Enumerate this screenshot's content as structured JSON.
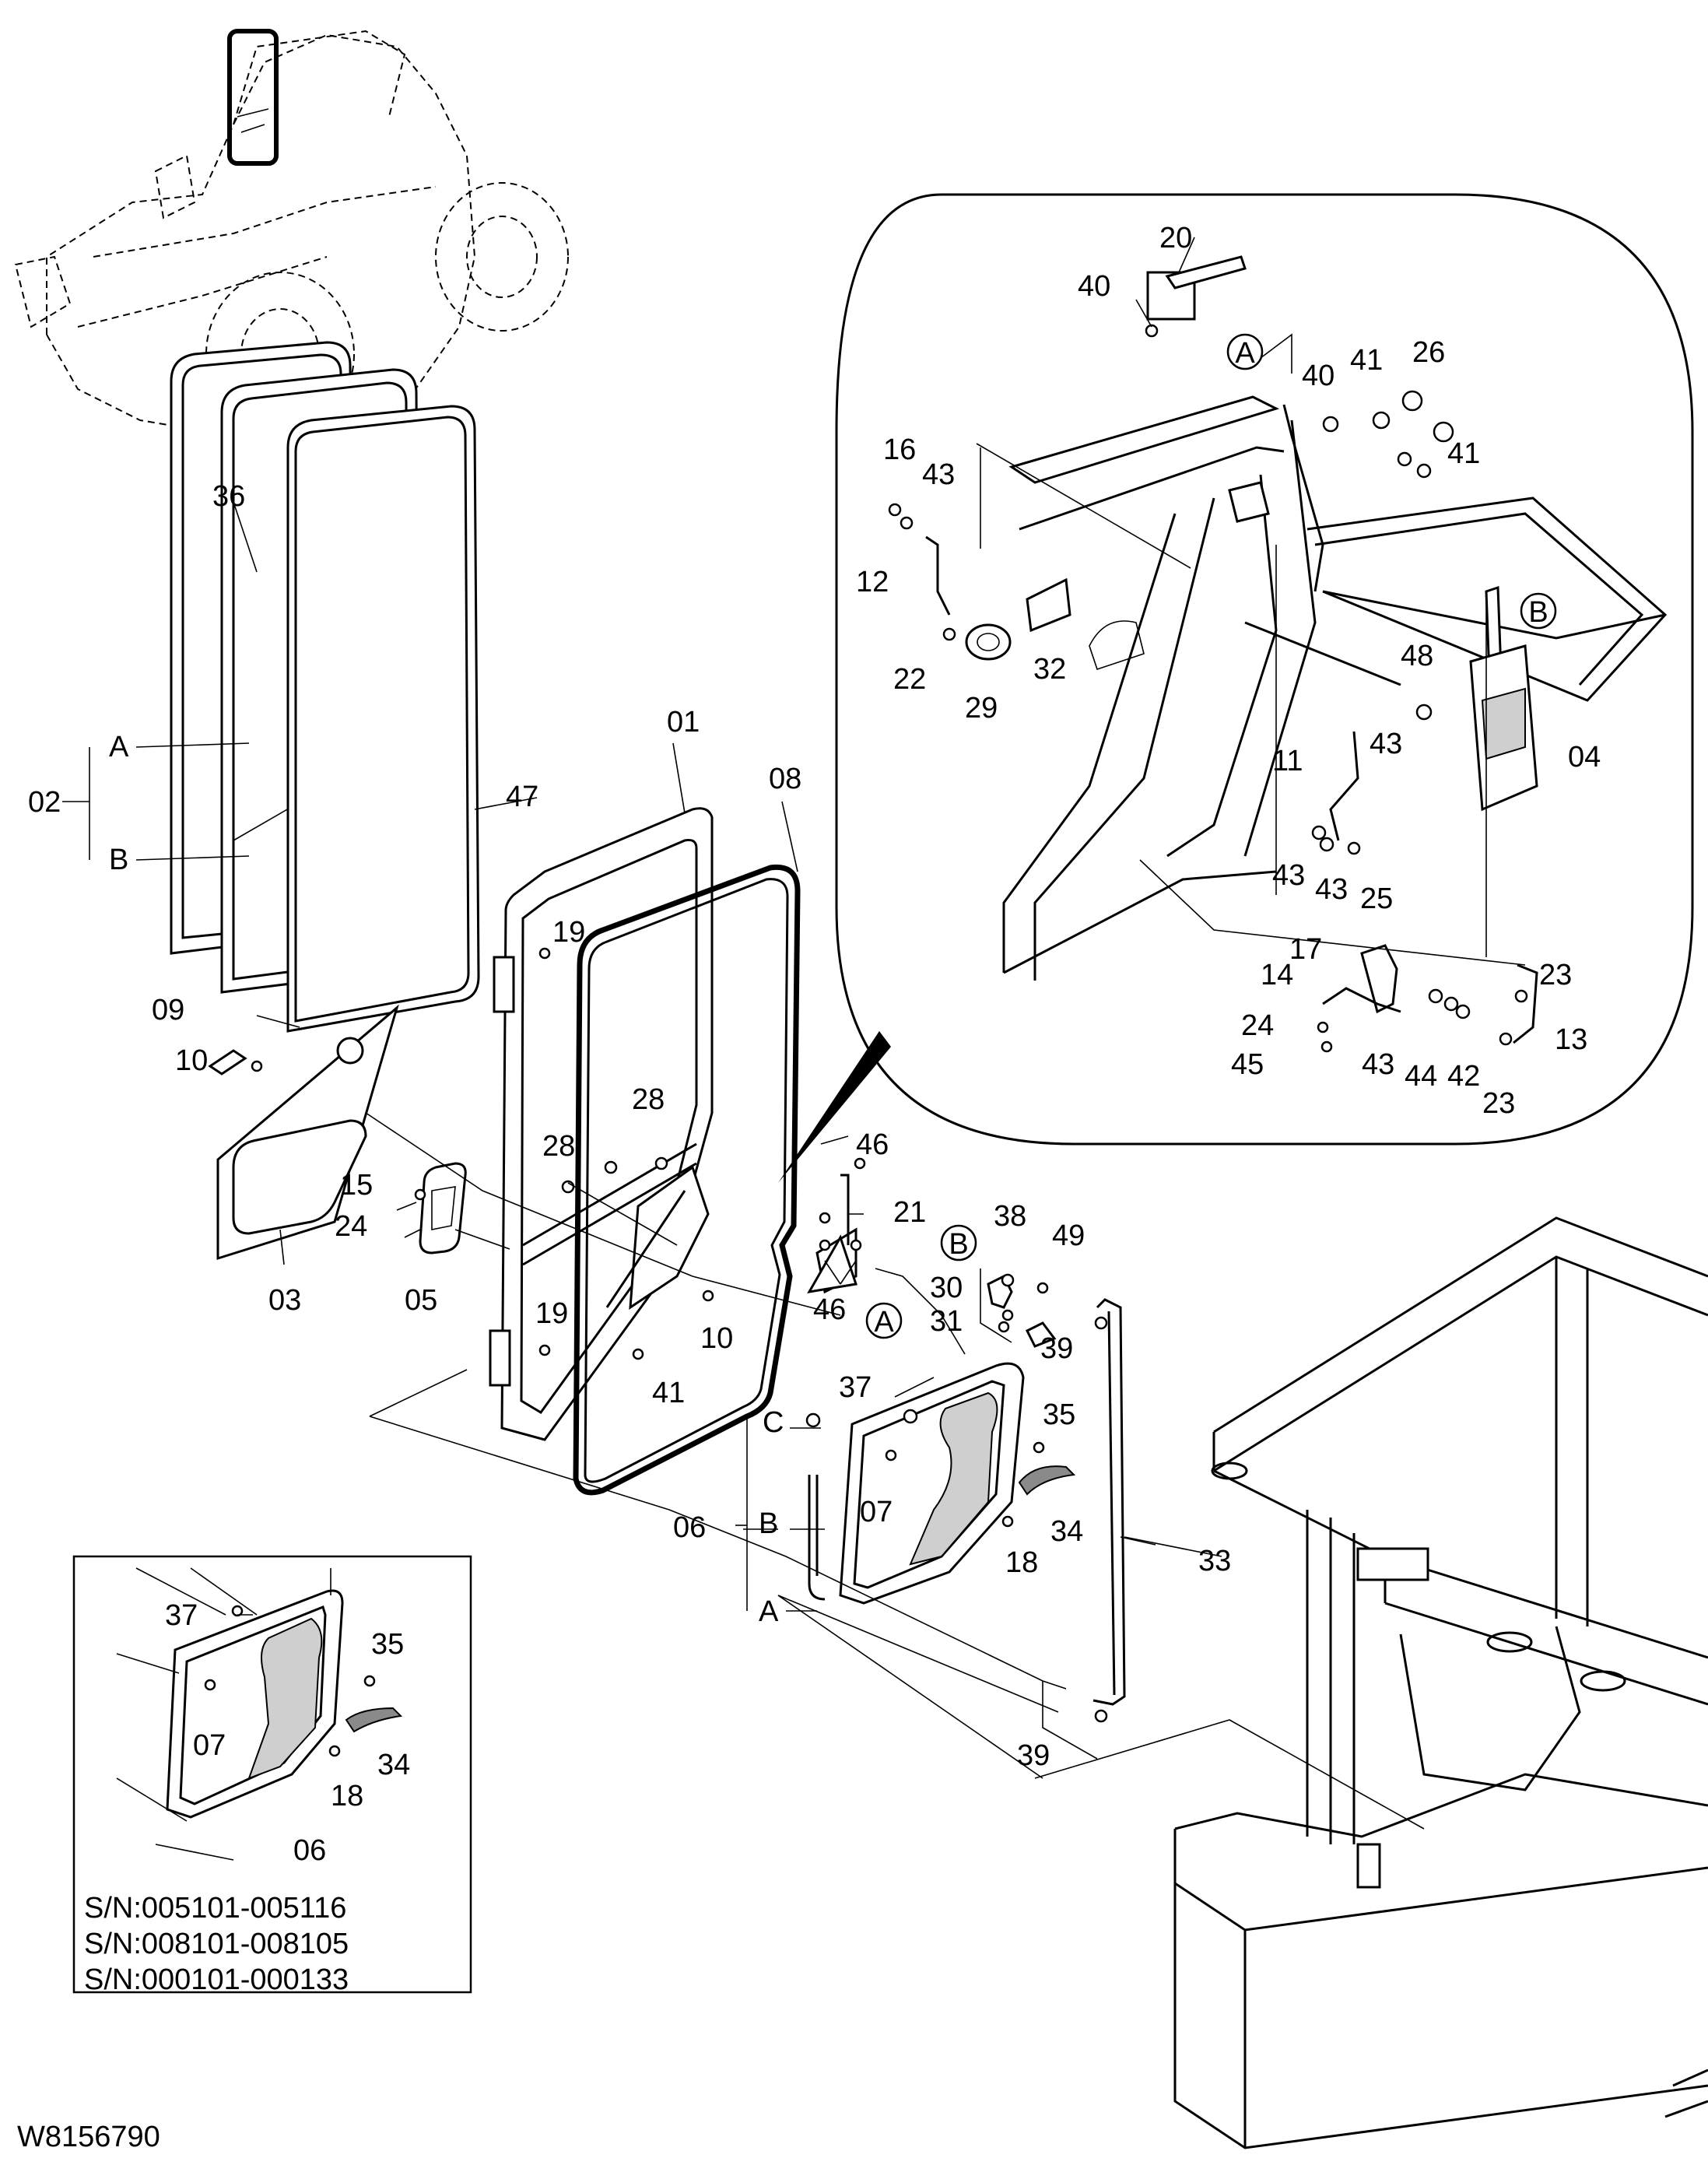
{
  "figure_id": "W8156790",
  "part_labels": {
    "p01": "01",
    "p02": "02",
    "p03": "03",
    "p04": "04",
    "p05": "05",
    "p06": "06",
    "p07": "07",
    "p08": "08",
    "p09": "09",
    "p10": "10",
    "p11": "11",
    "p12": "12",
    "p13": "13",
    "p14": "14",
    "p15": "15",
    "p16": "16",
    "p17": "17",
    "p18": "18",
    "p19": "19",
    "p20": "20",
    "p21": "21",
    "p22": "22",
    "p23": "23",
    "p24": "24",
    "p25": "25",
    "p26": "26",
    "p28": "28",
    "p29": "29",
    "p30": "30",
    "p31": "31",
    "p32": "32",
    "p33": "33",
    "p34": "34",
    "p35": "35",
    "p36": "36",
    "p37": "37",
    "p38": "38",
    "p39": "39",
    "p40": "40",
    "p41": "41",
    "p42": "42",
    "p43": "43",
    "p44": "44",
    "p45": "45",
    "p46": "46",
    "p47": "47",
    "p48": "48",
    "p49": "49"
  },
  "letters": {
    "A": "A",
    "B": "B",
    "C": "C"
  },
  "serial_notes": [
    "S/N:005101-005116",
    "S/N:008101-008105",
    "S/N:000101-000133"
  ]
}
